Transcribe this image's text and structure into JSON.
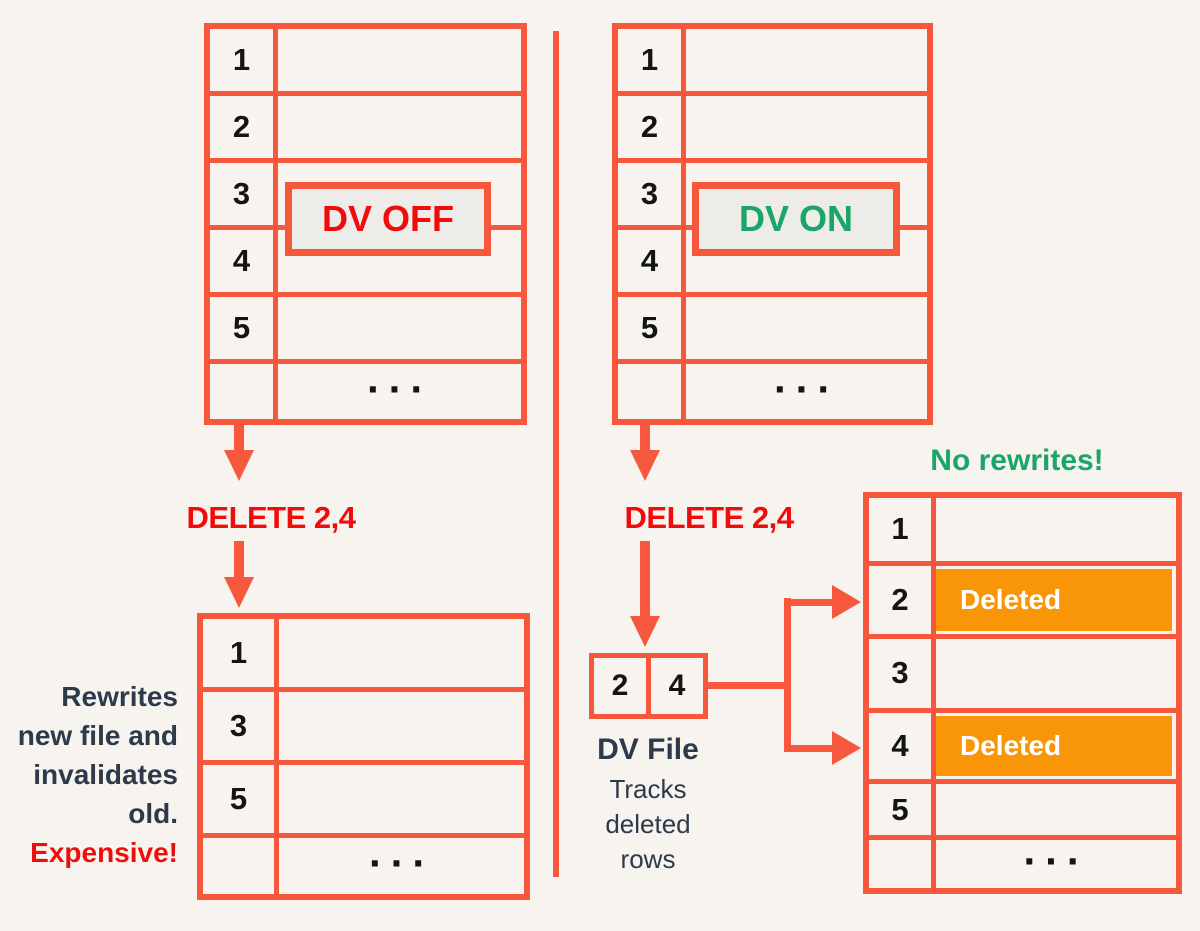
{
  "colors": {
    "background": "#F7F4EF",
    "coral_border": "#F5583C",
    "red_text": "#F10C0C",
    "green_text": "#1AA569",
    "orange_fill": "#F89608",
    "dark_text": "#2C3A4A",
    "number_text": "#141414",
    "badge_fill": "#EDECE8"
  },
  "left": {
    "table": {
      "row_numbers": [
        "1",
        "2",
        "3",
        "4",
        "5"
      ],
      "ellipsis": "..."
    },
    "badge_label": "DV OFF",
    "delete_label": "DELETE 2,4",
    "result_table": {
      "row_numbers": [
        "1",
        "3",
        "5"
      ],
      "ellipsis": "..."
    },
    "note": {
      "lines": [
        "Rewrites",
        "new file and",
        "invalidates",
        "old."
      ],
      "warning": "Expensive!"
    }
  },
  "right": {
    "table": {
      "row_numbers": [
        "1",
        "2",
        "3",
        "4",
        "5"
      ],
      "ellipsis": "..."
    },
    "badge_label": "DV ON",
    "delete_label": "DELETE 2,4",
    "dv_file": {
      "cells": [
        "2",
        "4"
      ],
      "title": "DV File",
      "subtitle_lines": [
        "Tracks",
        "deleted",
        "rows"
      ]
    },
    "no_rewrites_label": "No rewrites!",
    "result_table": {
      "rows": [
        {
          "num": "1",
          "content": ""
        },
        {
          "num": "2",
          "content": "Deleted",
          "deleted": true
        },
        {
          "num": "3",
          "content": ""
        },
        {
          "num": "4",
          "content": "Deleted",
          "deleted": true
        },
        {
          "num": "5",
          "content": ""
        }
      ],
      "ellipsis": "..."
    }
  }
}
